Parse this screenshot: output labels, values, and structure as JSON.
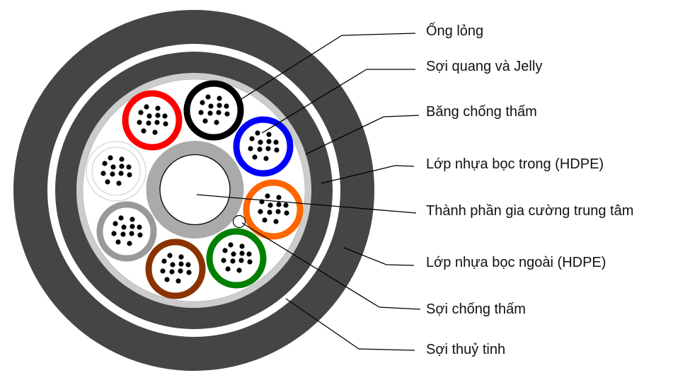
{
  "title": "Cable cross-section diagram",
  "colors": {
    "outer_jacket": "#454545",
    "inner_jacket": "#454545",
    "armor_gap": "#ffffff",
    "water_blocking_tape": "#cccccc",
    "core_fill": "#ffffff",
    "central_member_ring": "#aaaaaa",
    "fiber": "#000000",
    "leader_line": "#000000"
  },
  "loose_tubes": [
    {
      "name": "red",
      "color": "#ff0000"
    },
    {
      "name": "black",
      "color": "#000000"
    },
    {
      "name": "blue",
      "color": "#0000ff"
    },
    {
      "name": "orange",
      "color": "#ff6600"
    },
    {
      "name": "green",
      "color": "#008000"
    },
    {
      "name": "brown",
      "color": "#8b3300"
    },
    {
      "name": "gray",
      "color": "#999999"
    },
    {
      "name": "white",
      "color": "#ffffff"
    }
  ],
  "fibers_per_tube": 12,
  "labels": [
    {
      "id": "loose-tube",
      "text": "Ống lỏng"
    },
    {
      "id": "fiber-and-jelly",
      "text": "Sợi quang và Jelly"
    },
    {
      "id": "water-blocking-tape",
      "text": "Băng chống thấm"
    },
    {
      "id": "inner-jacket",
      "text": "Lớp nhựa bọc trong (HDPE)"
    },
    {
      "id": "central-strength-member",
      "text": "Thành phần gia cường trung tâm"
    },
    {
      "id": "outer-jacket",
      "text": "Lớp nhựa bọc ngoài (HDPE)"
    },
    {
      "id": "water-blocking-yarn",
      "text": "Sợi chống thấm"
    },
    {
      "id": "glass-yarn",
      "text": "Sợi thuỷ tinh"
    }
  ]
}
